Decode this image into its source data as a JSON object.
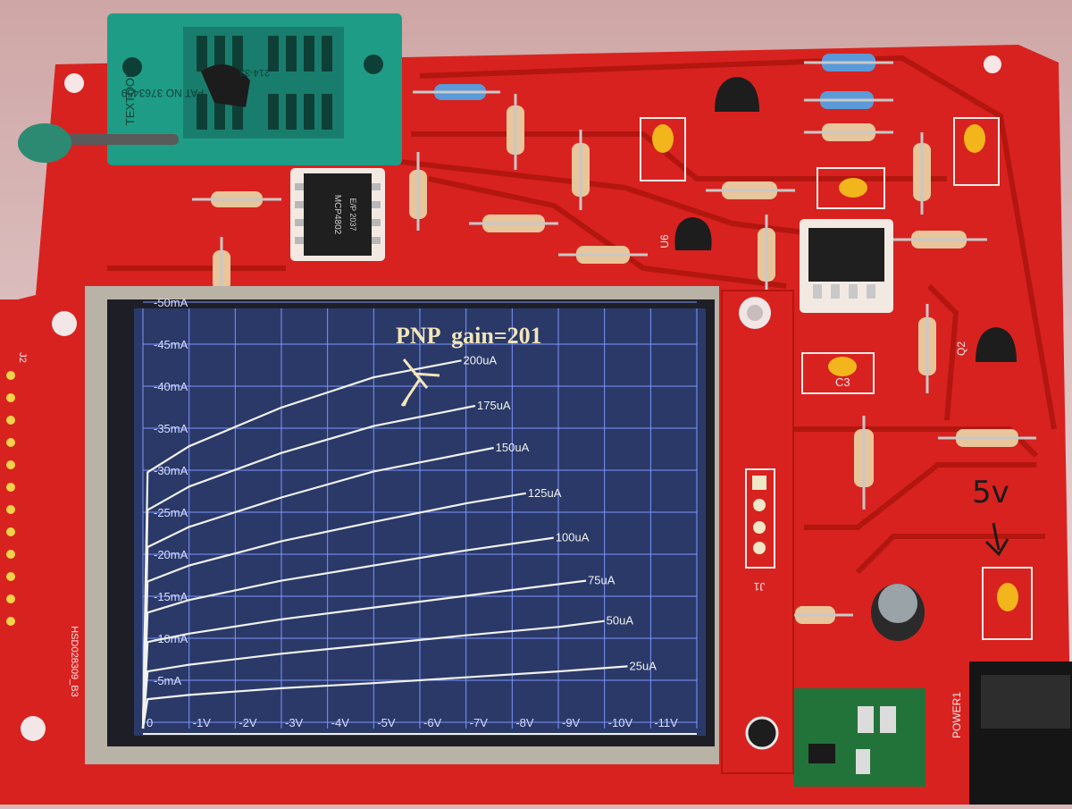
{
  "photo": {
    "colors": {
      "pcb": "#d8221f",
      "pcb_dark": "#b3160f",
      "screen_bg": "#2a3968",
      "grid": "#7f95ff",
      "trace": "#f2f2ee",
      "title": "#f3e6b8",
      "zif": "#1f9c86"
    }
  },
  "screen": {
    "title": "PNP  gain=201"
  },
  "chart_data": {
    "type": "line",
    "title": "PNP  gain=201",
    "xlabel": "",
    "ylabel": "",
    "x_ticks": [
      "0",
      "-1V",
      "-2V",
      "-3V",
      "-4V",
      "-5V",
      "-6V",
      "-7V",
      "-8V",
      "-9V",
      "-10V",
      "-11V"
    ],
    "y_ticks": [
      "-50mA",
      "-45mA",
      "-40mA",
      "-35mA",
      "-30mA",
      "-25mA",
      "-20mA",
      "-15mA",
      "-10mA",
      "-5mA"
    ],
    "xlim": [
      0,
      -12
    ],
    "ylim": [
      0,
      -50
    ],
    "grid": true,
    "series": [
      {
        "name": "25uA",
        "x": [
          0,
          -0.1,
          -1,
          -3,
          -5,
          -7,
          -9,
          -10.5
        ],
        "y": [
          0,
          -3.5,
          -4.0,
          -4.8,
          -5.4,
          -6.1,
          -6.8,
          -7.4
        ]
      },
      {
        "name": "50uA",
        "x": [
          0,
          -0.1,
          -1,
          -3,
          -5,
          -7,
          -9,
          -10.0
        ],
        "y": [
          0,
          -6.8,
          -7.6,
          -8.9,
          -10.0,
          -11.1,
          -12.1,
          -12.8
        ]
      },
      {
        "name": "75uA",
        "x": [
          0,
          -0.1,
          -1,
          -3,
          -5,
          -7,
          -9.6
        ],
        "y": [
          0,
          -10.3,
          -11.3,
          -13.0,
          -14.4,
          -15.8,
          -17.6
        ]
      },
      {
        "name": "100uA",
        "x": [
          0,
          -0.1,
          -1,
          -3,
          -5,
          -7,
          -8.9
        ],
        "y": [
          0,
          -13.8,
          -15.3,
          -17.6,
          -19.4,
          -21.2,
          -22.7
        ]
      },
      {
        "name": "125uA",
        "x": [
          0,
          -0.1,
          -1,
          -3,
          -5,
          -7,
          -8.3
        ],
        "y": [
          0,
          -17.5,
          -19.4,
          -22.3,
          -24.6,
          -26.8,
          -28.0
        ]
      },
      {
        "name": "150uA",
        "x": [
          0,
          -0.1,
          -1,
          -3,
          -5,
          -7.6
        ],
        "y": [
          0,
          -21.6,
          -24.0,
          -27.5,
          -30.6,
          -33.4
        ]
      },
      {
        "name": "175uA",
        "x": [
          0,
          -0.1,
          -1,
          -3,
          -5,
          -7.2
        ],
        "y": [
          0,
          -26.0,
          -28.8,
          -32.8,
          -36.0,
          -38.4
        ]
      },
      {
        "name": "200uA",
        "x": [
          0,
          -0.1,
          -1,
          -3,
          -5,
          -6.9
        ],
        "y": [
          0,
          -30.5,
          -33.6,
          -38.2,
          -41.8,
          -43.8
        ]
      }
    ]
  },
  "board_labels": {
    "zif_brand": "TEXTOOL",
    "zif_patent": "PAT NO 3763459",
    "zif_part": "214-33",
    "ic1": "MCP4802",
    "ic1_sub": "E/P 2037",
    "lcd_model": "HSD028309_B3",
    "j2": "J2",
    "j1": "J1",
    "c3": "C3",
    "q2": "Q2",
    "u6": "U6",
    "power": "POWER1",
    "hand_note": "5v"
  }
}
